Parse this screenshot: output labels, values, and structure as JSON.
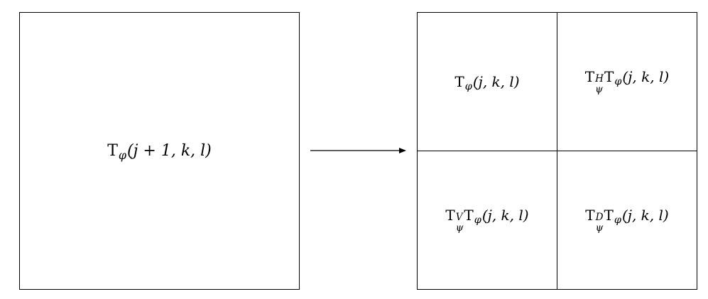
{
  "input_block": {
    "T": "T",
    "sub": "φ",
    "args": "(j + 1, k, l)"
  },
  "output_blocks": {
    "top_left": {
      "T": "T",
      "sub": "φ",
      "args": "(j, k, l)"
    },
    "top_right": {
      "T1": "T",
      "sup1": "H",
      "sub1": "ψ",
      "T2": "T",
      "sub2": "φ",
      "args": "(j, k, l)"
    },
    "bottom_left": {
      "T1": "T",
      "sup1": "V",
      "sub1": "ψ",
      "T2": "T",
      "sub2": "φ",
      "args": "(j, k, l)"
    },
    "bottom_right": {
      "T1": "T",
      "sup1": "D",
      "sub1": "ψ",
      "T2": "T",
      "sub2": "φ",
      "args": "(j, k, l)"
    }
  },
  "arrow_icon": "right-arrow-icon"
}
